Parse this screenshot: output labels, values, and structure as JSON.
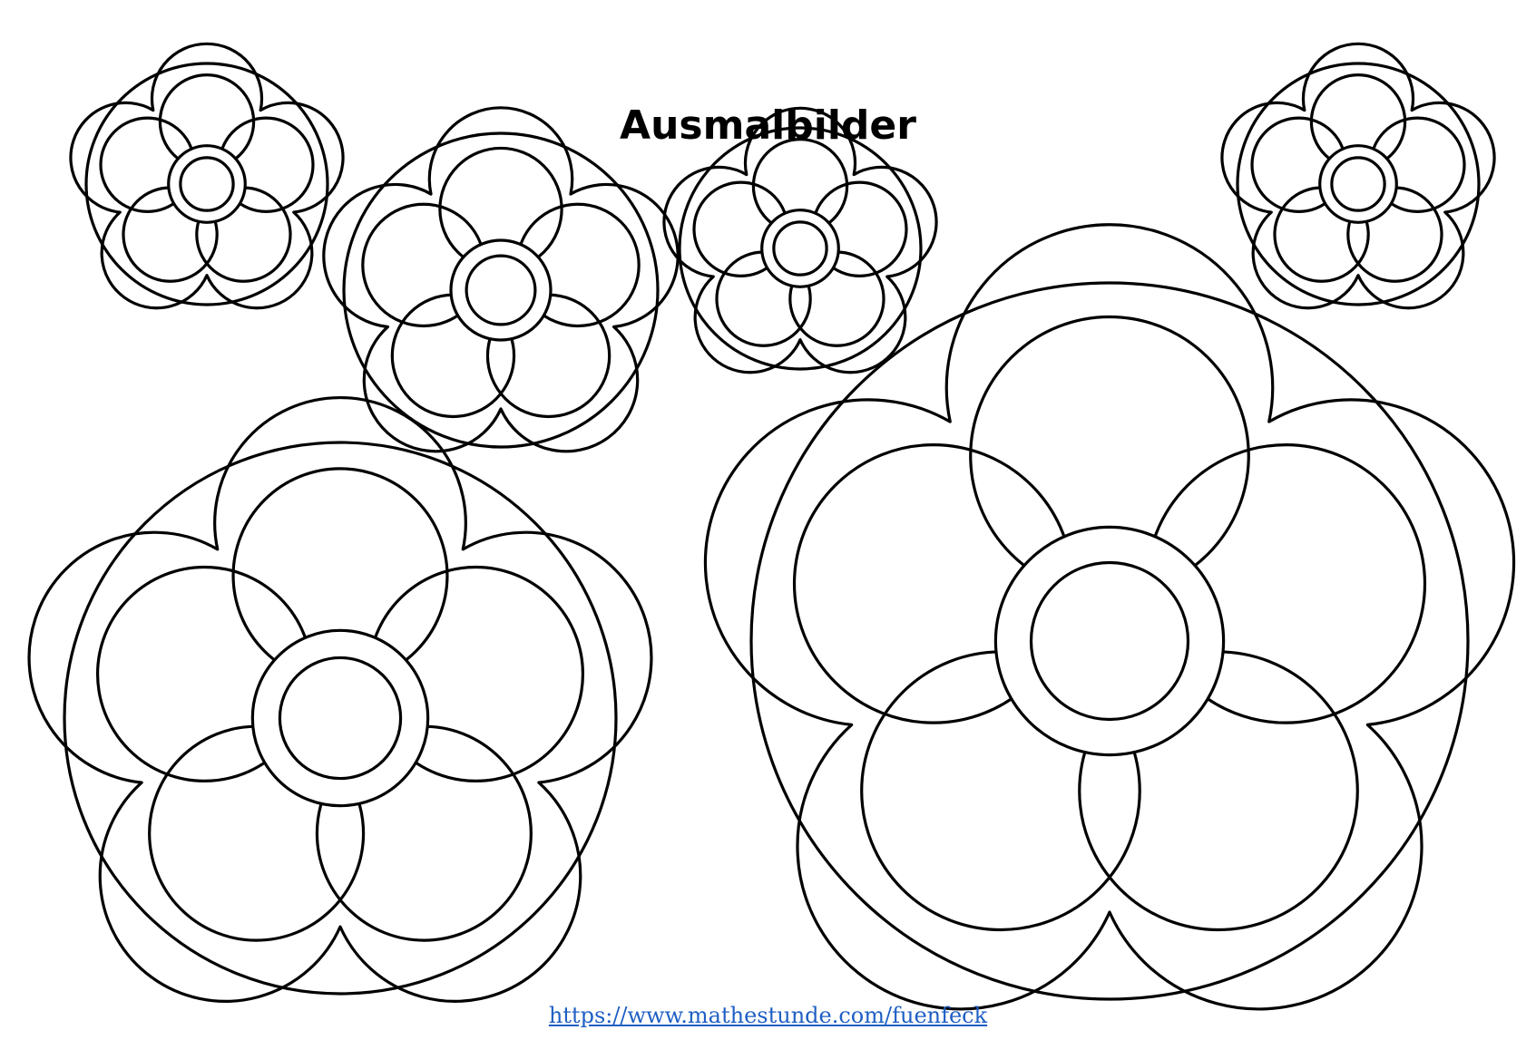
{
  "page": {
    "title": "Ausmalbilder",
    "source_link": "https://www.mathestunde.com/fuenfeck",
    "colors": {
      "background": "#ffffff",
      "line": "#000000",
      "link": "#1f5fc4"
    }
  },
  "flowers": [
    {
      "name": "flower-small-top-left",
      "petals": 5
    },
    {
      "name": "flower-medium-top",
      "petals": 5
    },
    {
      "name": "flower-small-top-center",
      "petals": 5
    },
    {
      "name": "flower-small-top-right",
      "petals": 5
    },
    {
      "name": "flower-large-bottom-left",
      "petals": 5
    },
    {
      "name": "flower-xlarge-bottom-right",
      "petals": 5
    }
  ]
}
